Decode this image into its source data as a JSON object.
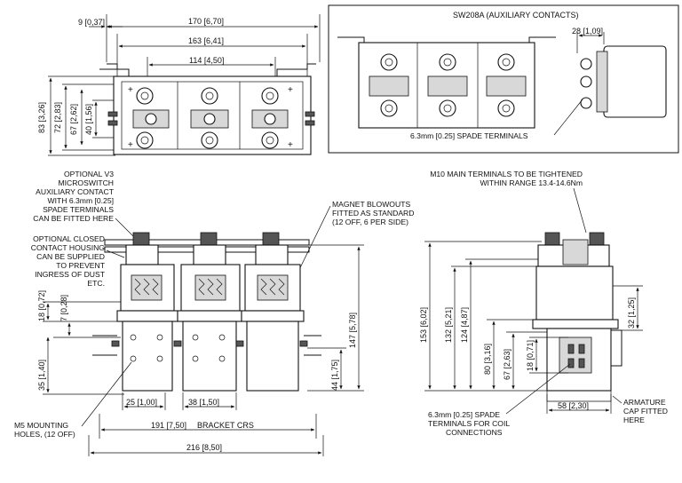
{
  "top_view": {
    "dims": {
      "d9": "9 [0,37]",
      "d170": "170 [6,70]",
      "d163": "163 [6,41]",
      "d114": "114 [4,50]",
      "d83": "83 [3,26]",
      "d72": "72 [2,83]",
      "d67": "67 [2,62]",
      "d40": "40 [1,56]"
    }
  },
  "aux_view": {
    "title": "SW208A (AUXILIARY CONTACTS)",
    "dim28": "28 [1,09]",
    "spade_note": "6.3mm [0.25] SPADE TERMINALS"
  },
  "front_view": {
    "notes": {
      "v3_lines": [
        "OPTIONAL V3",
        "MICROSWITCH",
        "AUXILIARY CONTACT",
        "WITH 6.3mm [0.25]",
        "SPADE TERMINALS",
        "CAN BE FITTED HERE"
      ],
      "housing_lines": [
        "OPTIONAL CLOSED",
        "CONTACT HOUSING",
        "CAN BE SUPPLIED",
        "TO PREVENT",
        "INGRESS OF DUST",
        "ETC."
      ],
      "blowout_lines": [
        "MAGNET BLOWOUTS",
        "FITTED AS STANDARD",
        "(12 OFF, 6 PER SIDE)"
      ],
      "m5_lines": [
        "M5 MOUNTING",
        "HOLES, (12 OFF)"
      ],
      "bracket_suffix": "BRACKET CRS"
    },
    "dims": {
      "d18": "18 [0,72]",
      "d7": "7 [0,28]",
      "d35": "35 [1,40]",
      "d25": "25 [1,00]",
      "d38": "38 [1,50]",
      "d44": "44 [1,75]",
      "d147": "147 [5,78]",
      "d191": "191 [7,50]",
      "d216": "216 [8,50]"
    }
  },
  "side_view": {
    "notes": {
      "m10_lines": [
        "M10 MAIN TERMINALS TO BE TIGHTENED",
        "WITHIN RANGE 13.4-14.6Nm"
      ],
      "coil_lines": [
        "6.3mm [0.25] SPADE",
        "TERMINALS FOR COIL",
        "CONNECTIONS"
      ],
      "armature_lines": [
        "ARMATURE",
        "CAP FITTED",
        "HERE"
      ]
    },
    "dims": {
      "d153": "153 [6,02]",
      "d132": "132 [5,21]",
      "d124": "124 [4,87]",
      "d80": "80 [3,16]",
      "d67": "67 [2,63]",
      "d18": "18 [0,71]",
      "d32": "32 [1,25]",
      "d58": "58 [2,30]"
    }
  }
}
